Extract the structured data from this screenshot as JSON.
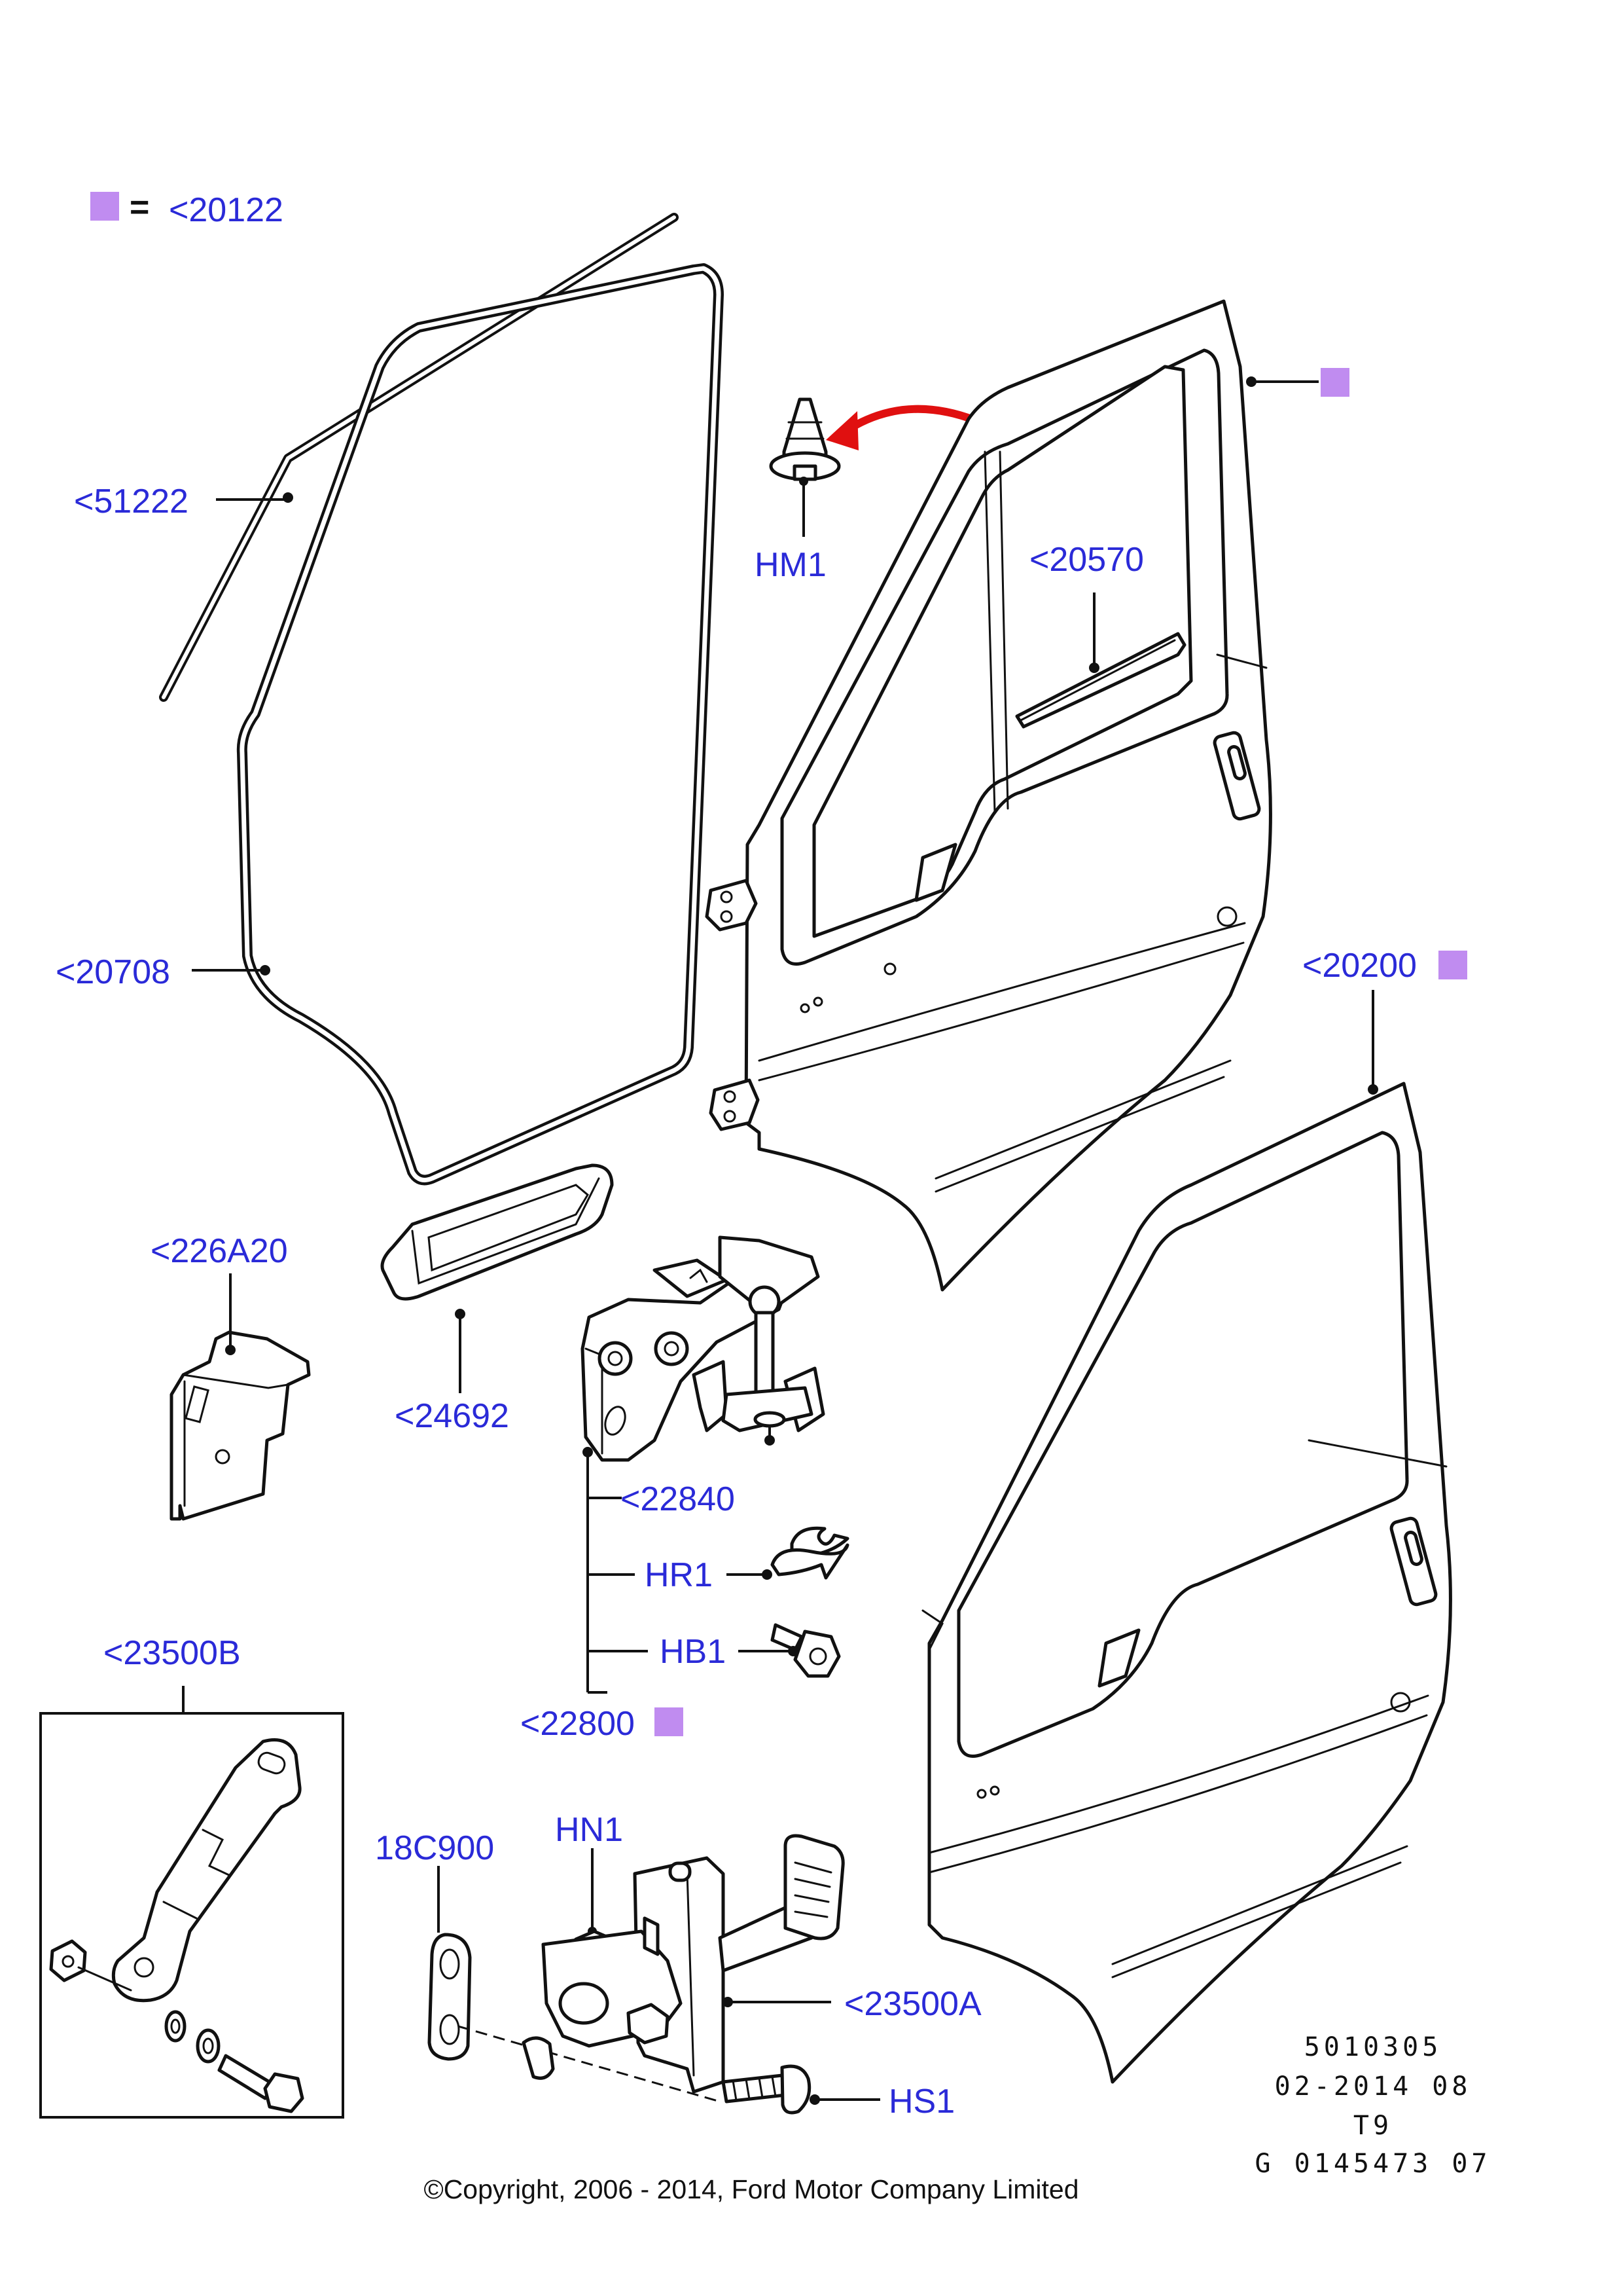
{
  "legend": {
    "equals": "=",
    "ref": "<20122"
  },
  "labels": {
    "seal_outer": "<51222",
    "seal_main": "<20708",
    "clip": "HM1",
    "window_channel": "<20570",
    "door_assy": "<20200",
    "bracket": "<226A20",
    "handle_pad": "<24692",
    "hinge_upper": "<22840",
    "hinge_ring": "HR1",
    "hinge_bolt": "HB1",
    "hinge_assy": "<22800",
    "check_strap_kit": "<23500B",
    "gasket": "18C900",
    "nut": "HN1",
    "check_strap": "<23500A",
    "screw": "HS1"
  },
  "meta": {
    "line1": "5010305",
    "line2": "02-2014 08",
    "line3": "T9",
    "line4": "G 0145473 07"
  },
  "copyright": "©Copyright, 2006 - 2014, Ford Motor Company Limited",
  "colors": {
    "label": "#2a2ad8",
    "marker": "#c08cf0",
    "arrow": "#e01010",
    "line": "#111111"
  }
}
